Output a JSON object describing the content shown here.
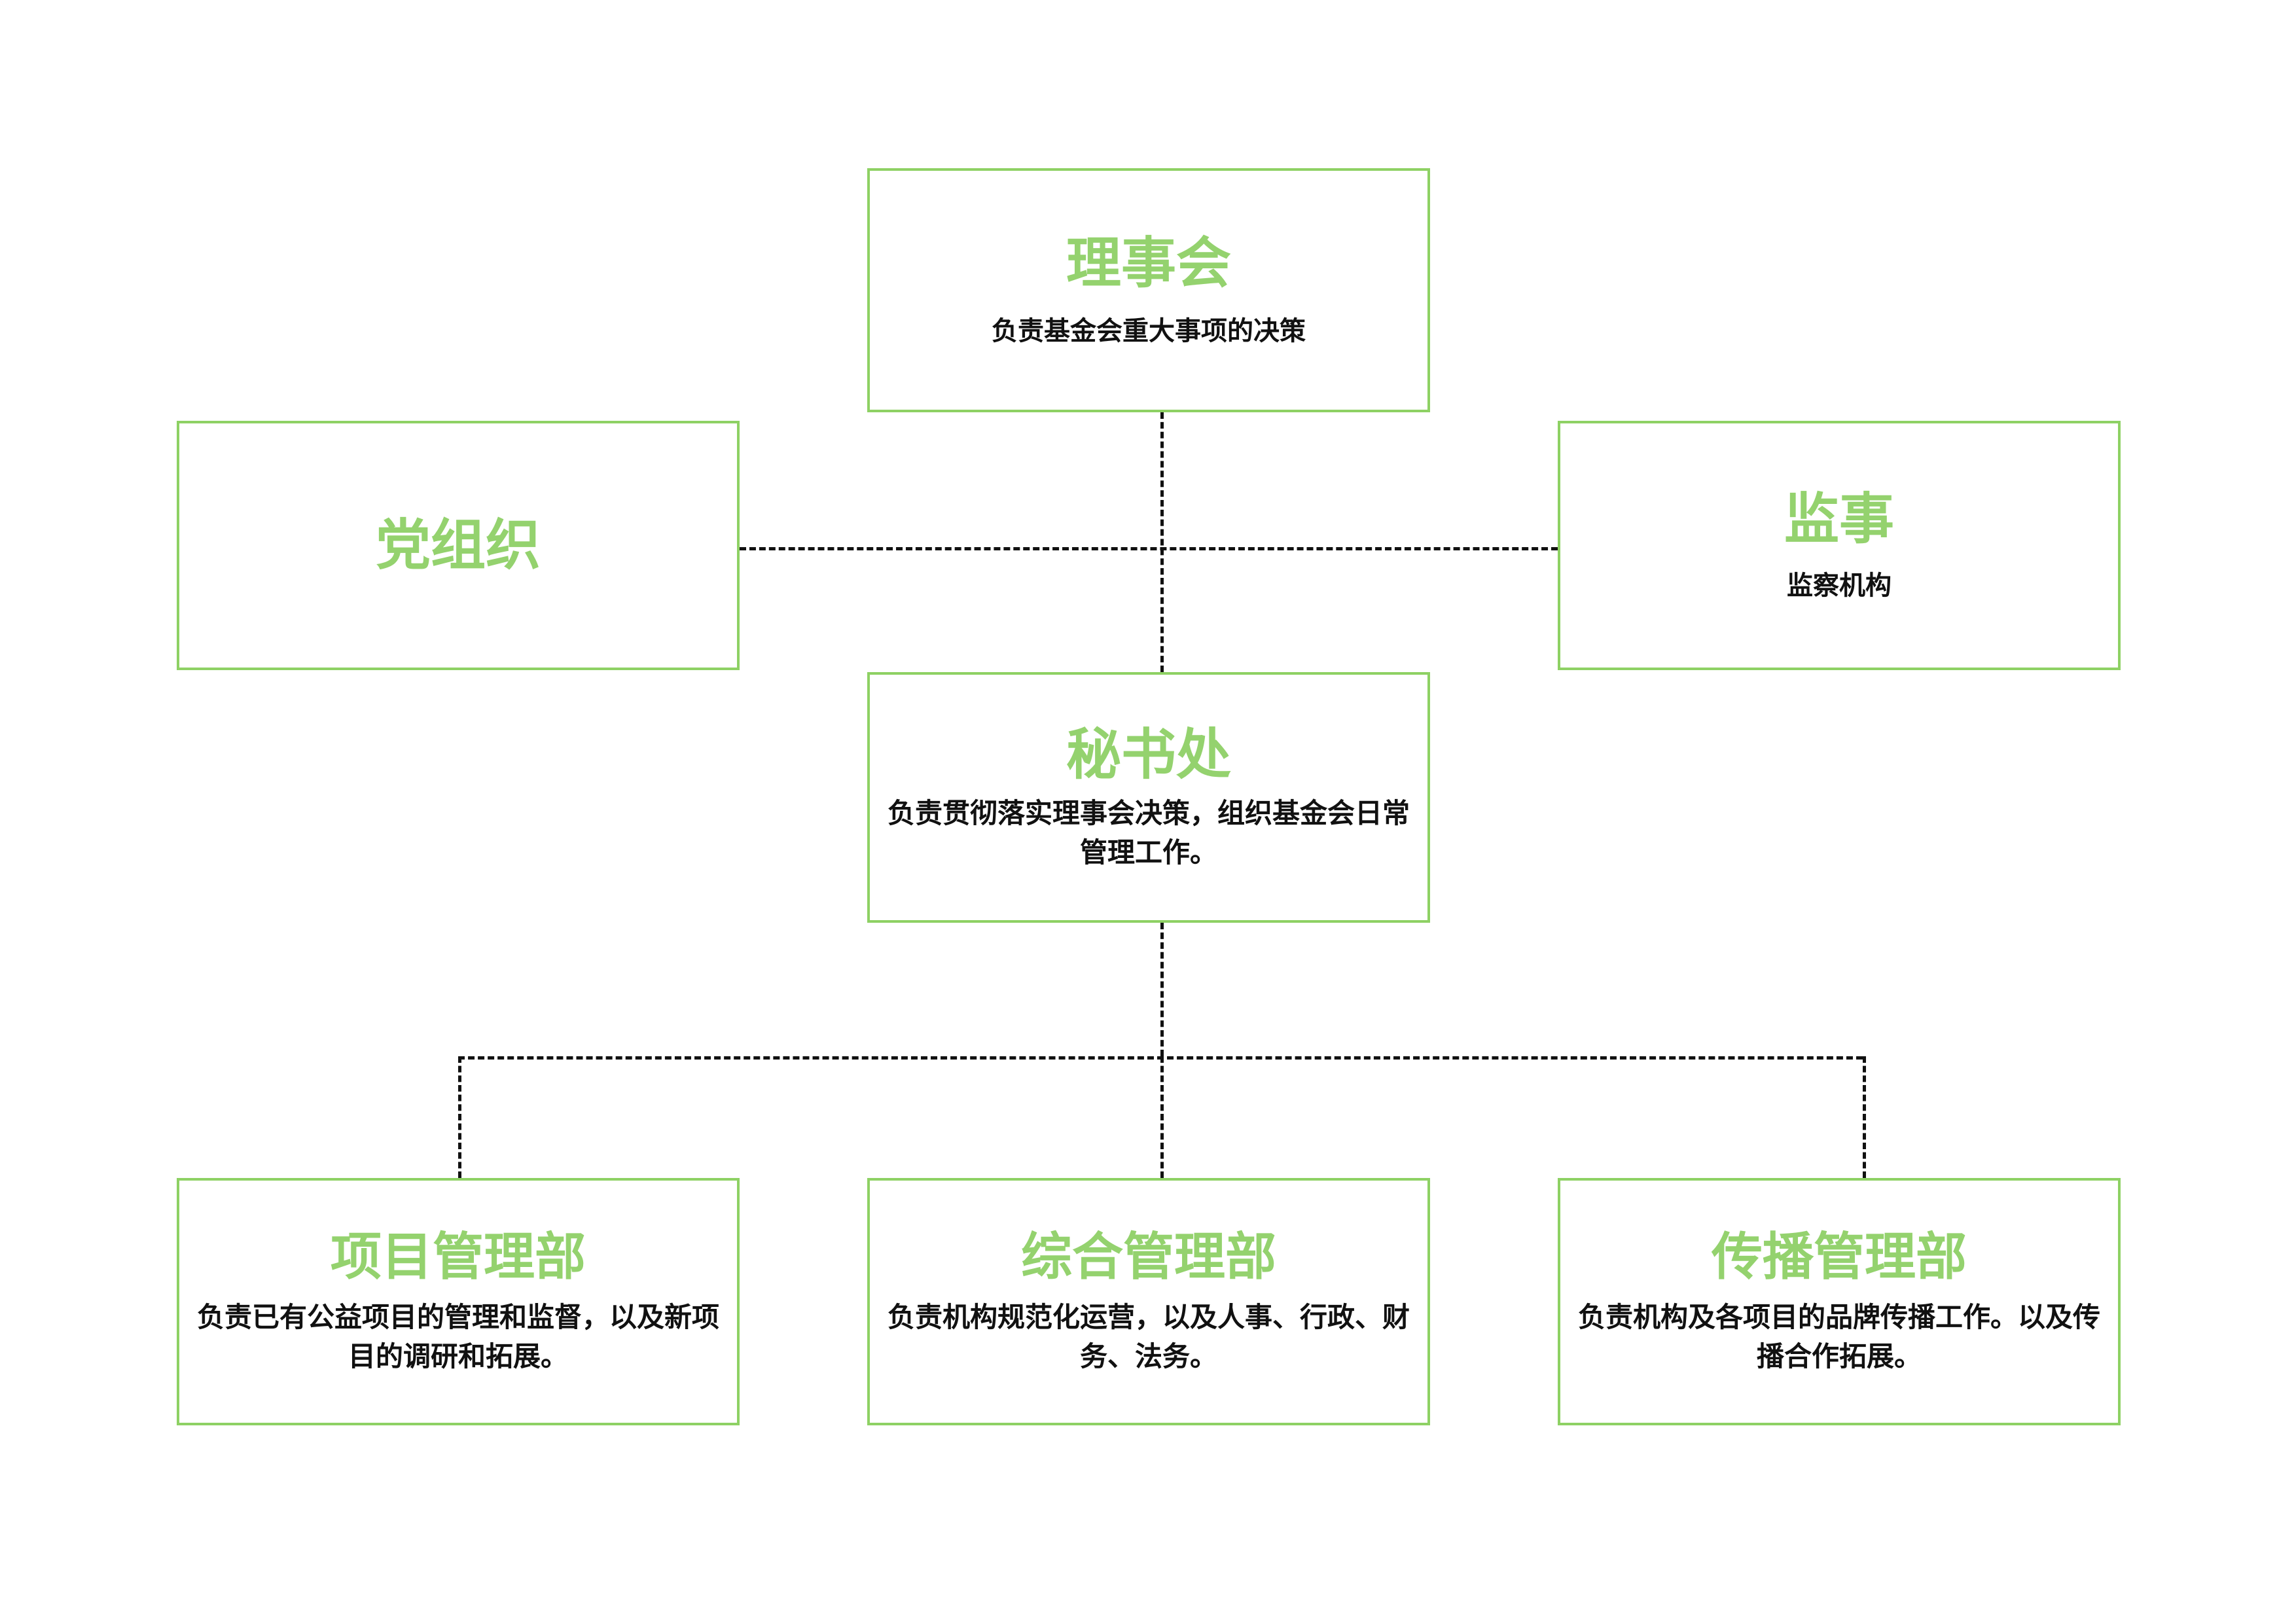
{
  "diagram": {
    "type": "organization-chart",
    "colors": {
      "box_border": "#8ed164",
      "title_text": "#94d26e",
      "body_text": "#111111",
      "connector": "#111111",
      "background": "#ffffff"
    },
    "nodes": {
      "board": {
        "title": "理事会",
        "desc": "负责基金会重大事项的决策"
      },
      "party": {
        "title": "党组织",
        "desc": ""
      },
      "supervisor": {
        "title": "监事",
        "desc": "监察机构"
      },
      "secretariat": {
        "title": "秘书处",
        "desc": "负责贯彻落实理事会决策，组织基金会日常管理工作。"
      },
      "project_dept": {
        "title": "项目管理部",
        "desc": "负责已有公益项目的管理和监督，以及新项目的调研和拓展。"
      },
      "general_dept": {
        "title": "综合管理部",
        "desc": "负责机构规范化运营，以及人事、行政、财务、法务。"
      },
      "comms_dept": {
        "title": "传播管理部",
        "desc": "负责机构及各项目的品牌传播工作。以及传播合作拓展。"
      }
    }
  }
}
